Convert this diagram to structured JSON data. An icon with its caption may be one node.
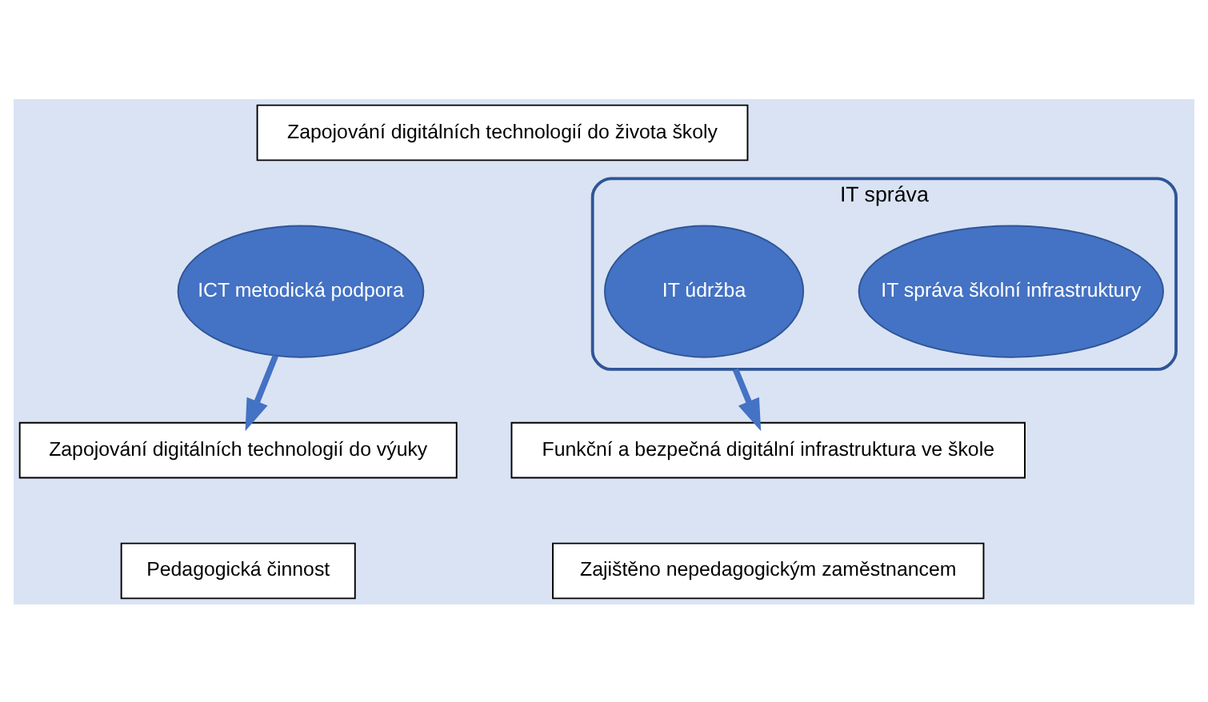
{
  "diagram": {
    "nodes": [
      {
        "text": [
          "Zapojování digitálních technologií do života školy"
        ]
      },
      {
        "text": [
          "ICT metodická podpora"
        ]
      },
      {
        "text": [
          "IT správa"
        ]
      },
      {
        "text": [
          "IT údržba"
        ],
        "in": 2
      },
      {
        "text": [
          "IT správa školní infrastruktury"
        ],
        "in": 2
      },
      {
        "text": [
          "Zapojování digitálních technologií do výuky"
        ]
      },
      {
        "text": [
          "Pedagogická činnost"
        ]
      },
      {
        "text": [
          "Funkční a bezpečná digitální infrastruktura ve škole"
        ]
      },
      {
        "text": [
          "Zajištěno nepedagogickým zaměstnancem"
        ]
      }
    ],
    "edges": [
      {
        "from": 1,
        "to": 5,
        "arrow": "to"
      },
      {
        "from": 2,
        "to": 7,
        "arrow": "to"
      }
    ]
  }
}
